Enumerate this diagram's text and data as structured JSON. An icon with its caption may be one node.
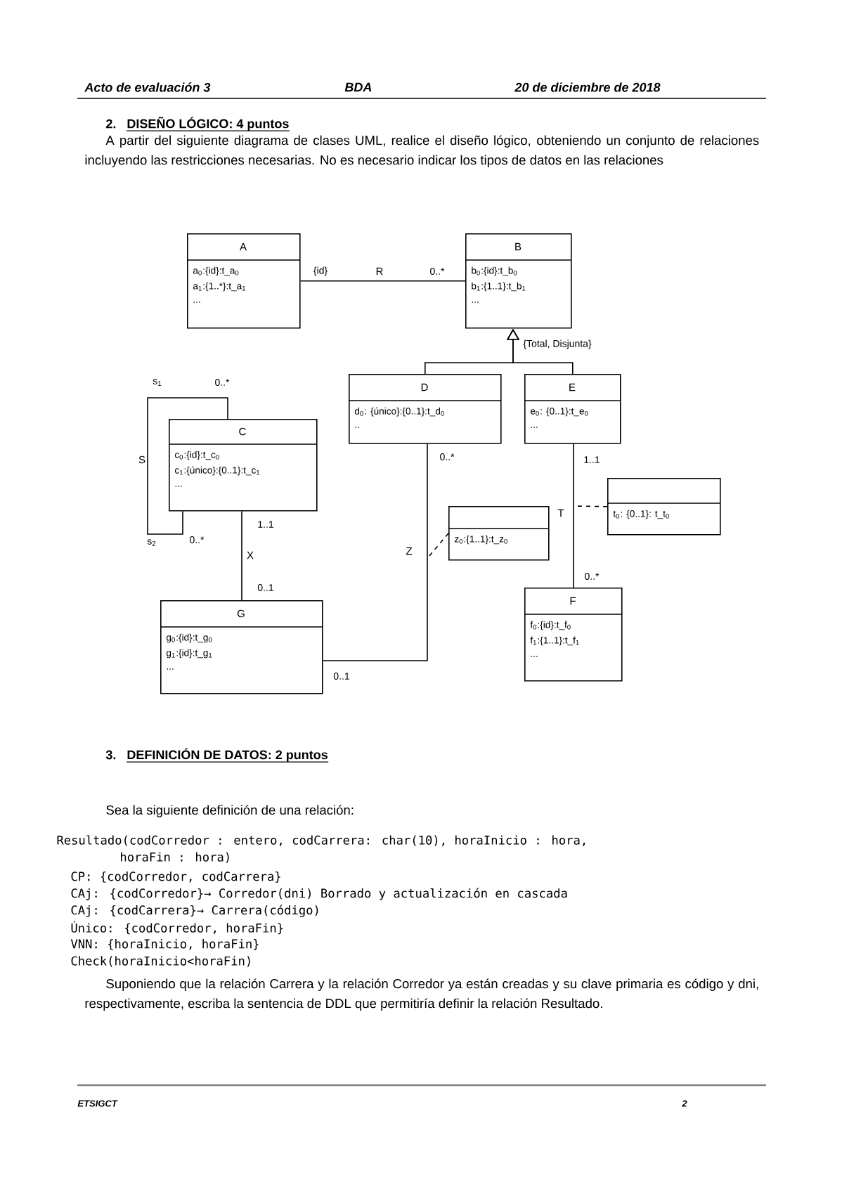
{
  "diagram": {
    "nodes": [
      {
        "text": [
          "A",
          "a$_{0}$:{id}:t_a$_{0}$",
          "a$_{1}$:{1..*}:t_a$_{1}$",
          "..."
        ]
      },
      {
        "text": [
          "B",
          "b$_{0}$:{id}:t_b$_{0}$",
          "b$_{1}$:{1..1}:t_b$_{1}$",
          "..."
        ]
      },
      {
        "text": [
          "D",
          "d$_{0}$: {único}:{0..1}:t_d$_{0}$",
          ".."
        ]
      },
      {
        "text": [
          "E",
          "e$_{0}$: {0..1}:t_e$_{0}$",
          "..."
        ]
      },
      {
        "text": [
          "C",
          "c$_{0}$:{id}:t_c$_{0}$",
          "c$_{1}$:{único}:{0..1}:t_c$_{1}$",
          "..."
        ]
      },
      {
        "text": [
          "z$_{0}$:{1..1}:t_z$_{0}$"
        ]
      },
      {
        "text": [
          "t$_{0}$: {0..1}: t_t$_{0}$"
        ]
      },
      {
        "text": [
          "G",
          "g$_{0}$:{id}:t_g$_{0}$",
          "g$_{1}$:{id}:t_g$_{1}$",
          "..."
        ]
      },
      {
        "text": [
          "F",
          "f$_{0}$:{id}:t_f$_{0}$",
          "f$_{1}$:{1..1}:t_f$_{1}$",
          "..."
        ]
      }
    ],
    "edges": [
      {
        "from": 0,
        "to": 1,
        "arrow": "none",
        "label": "R"
      },
      {
        "from": 2,
        "to": 1,
        "arrow": "to"
      },
      {
        "from": 3,
        "to": 1,
        "arrow": "to"
      },
      {
        "from": 4,
        "to": 4,
        "arrow": "none",
        "label": "S"
      },
      {
        "from": 4,
        "to": 7,
        "arrow": "none",
        "label": "X"
      },
      {
        "from": 7,
        "to": 2,
        "arrow": "none",
        "label": "Z"
      },
      {
        "from": 3,
        "to": 8,
        "arrow": "none",
        "label": "T"
      },
      {
        "from": 5,
        "to": null,
        "arrow": "none",
        "style": "dashed"
      },
      {
        "from": 6,
        "to": null,
        "arrow": "none",
        "style": "dashed"
      }
    ],
    "labels": [
      "Acto de evaluación 3",
      "BDA",
      "20 de diciembre de 2018",
      "2.",
      "DISEÑO LÓGICO: 4 puntos",
      "A partir del siguiente diagrama de clases UML, realice el diseño lógico, obteniendo un conjunto de relaciones incluyendo las restricciones necesarias. No es necesario indicar los tipos de datos en las relaciones",
      "{id}",
      "0..*",
      "{Total, Disjunta}",
      "s$_{1}$",
      "0..*",
      "0..*",
      "1..1",
      "s$_{2}$",
      "0..*",
      "1..1",
      "0..1",
      "0..*",
      "0..1",
      "3.",
      "DEFINICIÓN DE DATOS: 2 puntos",
      "Sea la siguiente definición de una relación:",
      "Resultado(codCorredor : entero, codCarrera: char(10), horaInicio : hora, horaFin : hora)",
      "CP: {codCorredor, codCarrera}",
      "CAj: {codCorredor}→ Corredor(dni) Borrado y actualización en cascada",
      "CAj: {codCarrera}→ Carrera(código)",
      "Único: {codCorredor, horaFin}",
      "VNN: {horaInicio, horaFin}",
      "Check(horaInicio<horaFin)",
      "Suponiendo que la relación Carrera y la relación Corredor ya están creadas y su clave primaria es código y dni, respectivamente, escriba la sentencia de DDL que permitiría definir la relación Resultado.",
      "ETSIGCT",
      "2"
    ]
  }
}
